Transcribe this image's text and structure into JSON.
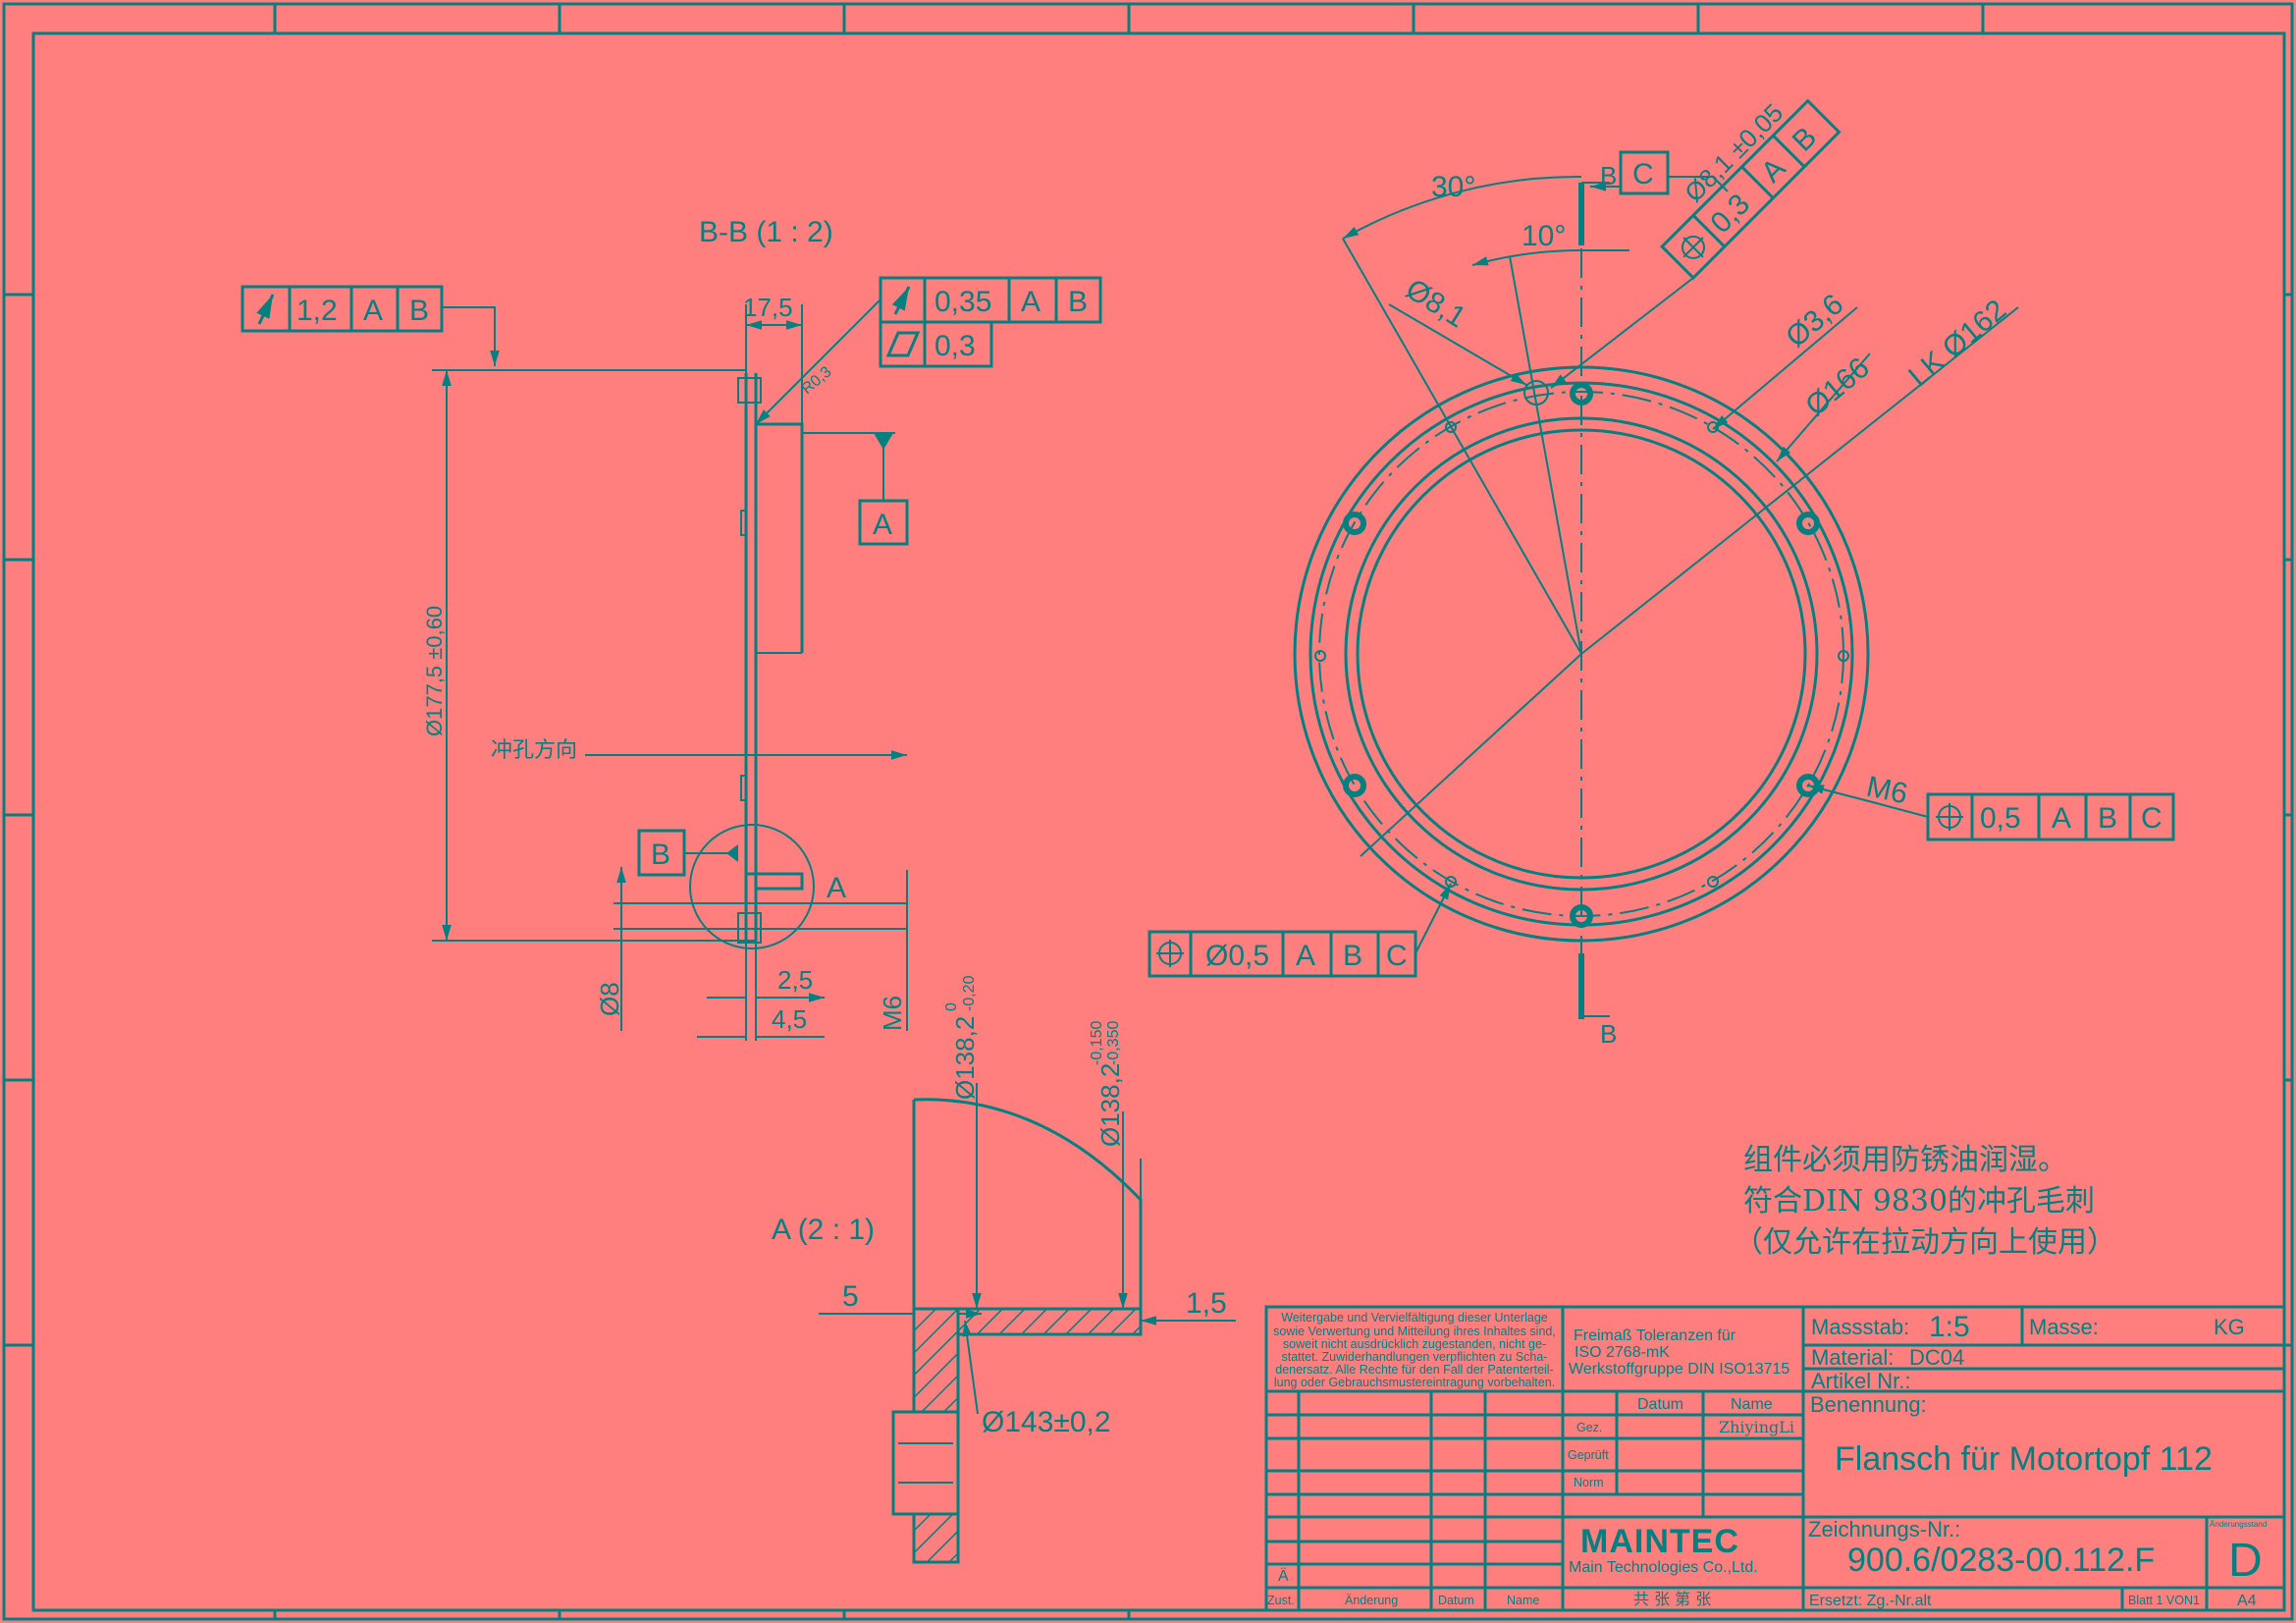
{
  "section_bb": {
    "title": "B-B (1 : 2)",
    "fcf_runout_left": {
      "tolerance": "1,2",
      "datum1": "A",
      "datum2": "B"
    },
    "fcf_runout_right": {
      "tolerance": "0,35",
      "datum1": "A",
      "datum2": "B"
    },
    "fcf_flatness": {
      "tolerance": "0,3"
    },
    "dim_width": "17,5",
    "dim_radius": "R0,3",
    "dim_diameter": "Ø177,5 ±0,60",
    "datum_a": "A",
    "datum_b": "B",
    "detail_label": "A",
    "punch_direction": "冲孔方向",
    "dim_hole": "Ø8",
    "dim_2_5": "2,5",
    "dim_4_5": "4,5",
    "dim_thread": "M6"
  },
  "detail_a": {
    "title": "A (2 : 1)",
    "dim_5": "5",
    "dim_1_5": "1,5",
    "dim_143": "Ø143±0,2",
    "dim_138_a": "Ø138,2",
    "dim_138_a_upper": "0",
    "dim_138_a_lower": "-0,20",
    "dim_138_b": "Ø138,2",
    "dim_138_b_upper": "-0,150",
    "dim_138_b_lower": "-0,350"
  },
  "front_view": {
    "angle_30": "30°",
    "angle_10": "10°",
    "dim_hole_81": "Ø8,1",
    "dim_hole_36": "Ø3,6",
    "dim_166": "Ø166",
    "dim_lk": "LK Ø162",
    "section_marker": "B",
    "datum_c": "C",
    "datum_b_label": "B",
    "fcf_top": {
      "size": "Ø8,1 ±0,05",
      "tolerance": "0,3",
      "datum1": "A",
      "datum2": "B"
    },
    "thread_label": "M6",
    "fcf_right": {
      "tolerance": "0,5",
      "datum1": "A",
      "datum2": "B",
      "datum3": "C"
    },
    "fcf_left": {
      "tolerance": "Ø0,5",
      "datum1": "A",
      "datum2": "B",
      "datum3": "C"
    }
  },
  "notes": [
    "组件必须用防锈油润湿。",
    "符合DIN 9830的冲孔毛刺",
    "（仅允许在拉动方向上使用）"
  ],
  "title_block": {
    "copyright": [
      "Weitergabe und Vervielfältigung dieser Unterlage",
      "sowie Verwertung und Mitteilung ihres Inhaltes sind,",
      "soweit nicht ausdrücklich zugestanden, nicht ge-",
      "stattet. Zuwiderhandlungen verpflichten zu Scha-",
      "denersatz. Alle Rechte für den Fall der Patenterteil-",
      "lung oder Gebrauchsmustereintragung vorbehalten."
    ],
    "tolerances": [
      "Freimaß Toleranzen für",
      "ISO 2768-mK",
      "Werkstoffgruppe DIN ISO13715"
    ],
    "datum_header": "Datum",
    "name_header": "Name",
    "gez": "Gez.",
    "gez_name": "ZhiyingLi",
    "geprueft": "Geprüft",
    "norm": "Norm",
    "logo": "MAINTEC",
    "company": "Main Technologies Co.,Ltd.",
    "sheet_cn": "共  张  第  张",
    "rev_a": "Ä",
    "rev_cols": [
      "Zust.",
      "Änderung",
      "Datum",
      "Name"
    ],
    "massstab_label": "Massstab:",
    "massstab": "1:5",
    "masse_label": "Masse:",
    "masse_unit": "KG",
    "material_label": "Material:",
    "material": "DC04",
    "artikel_label": "Artikel Nr.:",
    "benennung_label": "Benennung:",
    "benennung": "Flansch für Motortopf 112",
    "zeichnung_label": "Zeichnungs-Nr.:",
    "zeichnung": "900.6/0283-00.112.F",
    "aenderungsstand_label": "Änderungsstand",
    "aenderungsstand": "D",
    "ersetzt": "Ersetzt: Zg.-Nr.alt",
    "blatt": "Blatt 1 VON1",
    "format": "A4"
  },
  "colors": {
    "background": "#FF7F7F",
    "line": "#008080"
  }
}
